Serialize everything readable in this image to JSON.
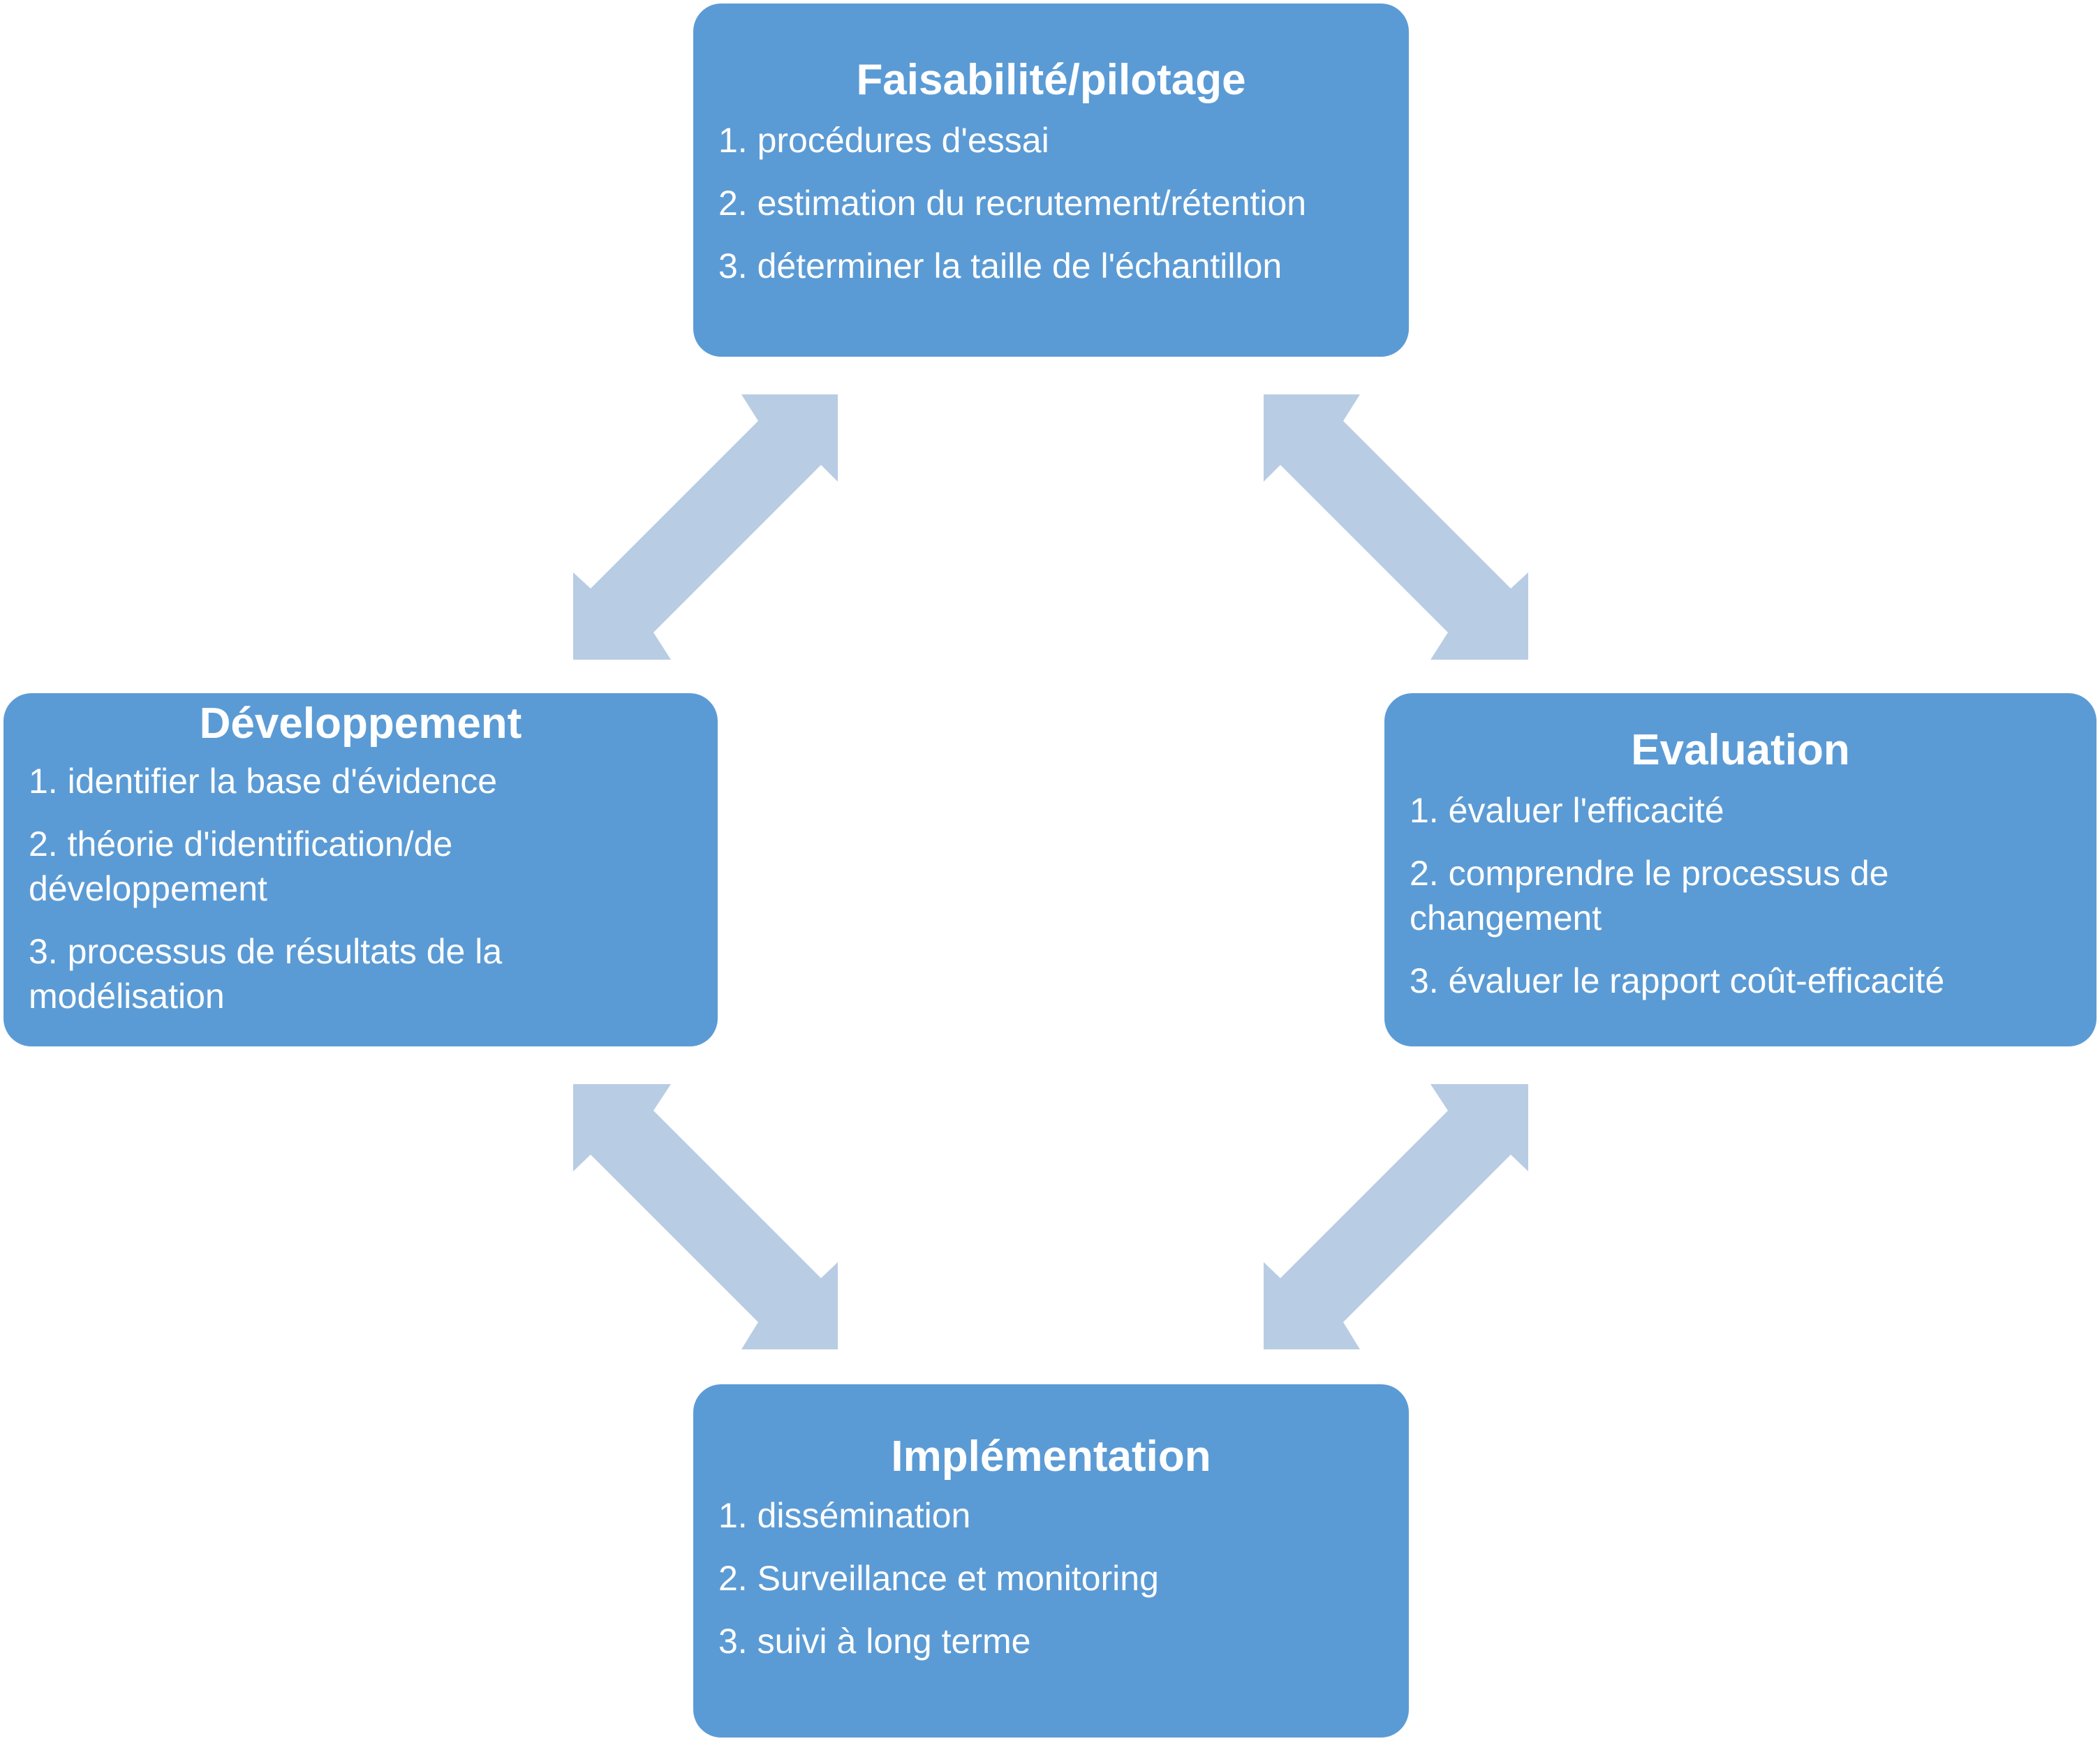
{
  "colors": {
    "box_fill": "#5b9bd5",
    "arrow_fill": "#b8cce4",
    "text": "#ffffff"
  },
  "boxes": {
    "top": {
      "title": "Faisabilité/pilotage",
      "items": [
        "1. procédures d'essai",
        "2. estimation du recrutement/rétention",
        "3. déterminer la taille de l'échantillon"
      ]
    },
    "left": {
      "title": "Développement",
      "items": [
        "1. identifier la base d'évidence",
        "2. théorie d'identification/de développement",
        "3. processus de résultats de la modélisation"
      ]
    },
    "right": {
      "title": "Evaluation",
      "items": [
        "1. évaluer l'efficacité",
        "2. comprendre le processus de changement",
        "3. évaluer le rapport coût-efficacité"
      ]
    },
    "bottom": {
      "title": "Implémentation",
      "items": [
        "1. dissémination",
        "2. Surveillance et monitoring",
        "3. suivi à long terme"
      ]
    }
  },
  "arrows": [
    {
      "icon": "double-arrow-icon",
      "connects": [
        "top",
        "left"
      ]
    },
    {
      "icon": "double-arrow-icon",
      "connects": [
        "top",
        "right"
      ]
    },
    {
      "icon": "double-arrow-icon",
      "connects": [
        "left",
        "bottom"
      ]
    },
    {
      "icon": "double-arrow-icon",
      "connects": [
        "right",
        "bottom"
      ]
    }
  ]
}
